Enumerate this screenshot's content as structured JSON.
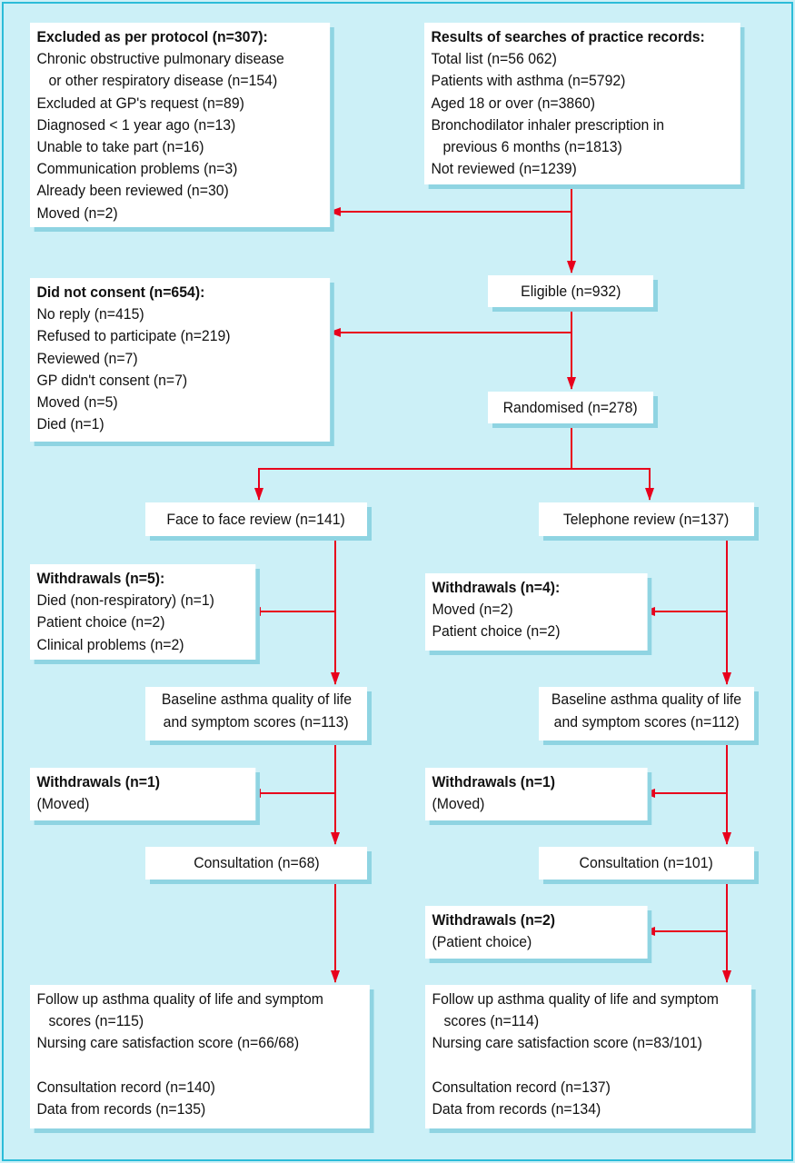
{
  "colors": {
    "background": "#ccf0f7",
    "border": "#2cbcd8",
    "arrow": "#e8001c",
    "box_shadow": "#8fd4e2"
  },
  "excluded_protocol": {
    "title": "Excluded as per protocol (n=307):",
    "lines": [
      "Chronic obstructive pulmonary disease",
      "or other respiratory disease (n=154)",
      "Excluded at GP's request (n=89)",
      "Diagnosed < 1 year ago (n=13)",
      "Unable to take part (n=16)",
      "Communication problems (n=3)",
      "Already been reviewed (n=30)",
      "Moved (n=2)"
    ]
  },
  "search_results": {
    "title": "Results of searches of practice records:",
    "lines": [
      "Total list (n=56 062)",
      "Patients with asthma (n=5792)",
      "Aged 18 or over (n=3860)",
      "Bronchodilator inhaler prescription in",
      "previous 6 months (n=1813)",
      "Not reviewed (n=1239)"
    ]
  },
  "eligible": "Eligible (n=932)",
  "no_consent": {
    "title": "Did not consent (n=654):",
    "lines": [
      "No reply (n=415)",
      "Refused to participate (n=219)",
      "Reviewed (n=7)",
      "GP didn't consent (n=7)",
      "Moved (n=5)",
      "Died (n=1)"
    ]
  },
  "randomised": "Randomised (n=278)",
  "face": {
    "review": "Face to face review (n=141)",
    "withdrawals1": {
      "title": "Withdrawals (n=5):",
      "lines": [
        "Died (non-respiratory) (n=1)",
        "Patient choice (n=2)",
        "Clinical problems (n=2)"
      ]
    },
    "baseline": [
      "Baseline asthma quality of life",
      "and symptom scores (n=113)"
    ],
    "withdrawals2": {
      "title": "Withdrawals (n=1)",
      "lines": [
        "(Moved)"
      ]
    },
    "consultation": "Consultation (n=68)",
    "followup": {
      "lines": [
        "Follow up asthma quality of life and symptom",
        "scores (n=115)",
        "Nursing care satisfaction score (n=66/68)",
        "Consultation record (n=140)",
        "Data from records (n=135)"
      ]
    }
  },
  "telephone": {
    "review": "Telephone review (n=137)",
    "withdrawals1": {
      "title": "Withdrawals (n=4):",
      "lines": [
        "Moved (n=2)",
        "Patient choice (n=2)"
      ]
    },
    "baseline": [
      "Baseline asthma quality of life",
      "and symptom scores (n=112)"
    ],
    "withdrawals2": {
      "title": "Withdrawals (n=1)",
      "lines": [
        "(Moved)"
      ]
    },
    "consultation": "Consultation (n=101)",
    "withdrawals3": {
      "title": "Withdrawals (n=2)",
      "lines": [
        "(Patient choice)"
      ]
    },
    "followup": {
      "lines": [
        "Follow up asthma quality of life and symptom",
        "scores (n=114)",
        "Nursing care satisfaction score (n=83/101)",
        "Consultation record (n=137)",
        "Data from records (n=134)"
      ]
    }
  }
}
